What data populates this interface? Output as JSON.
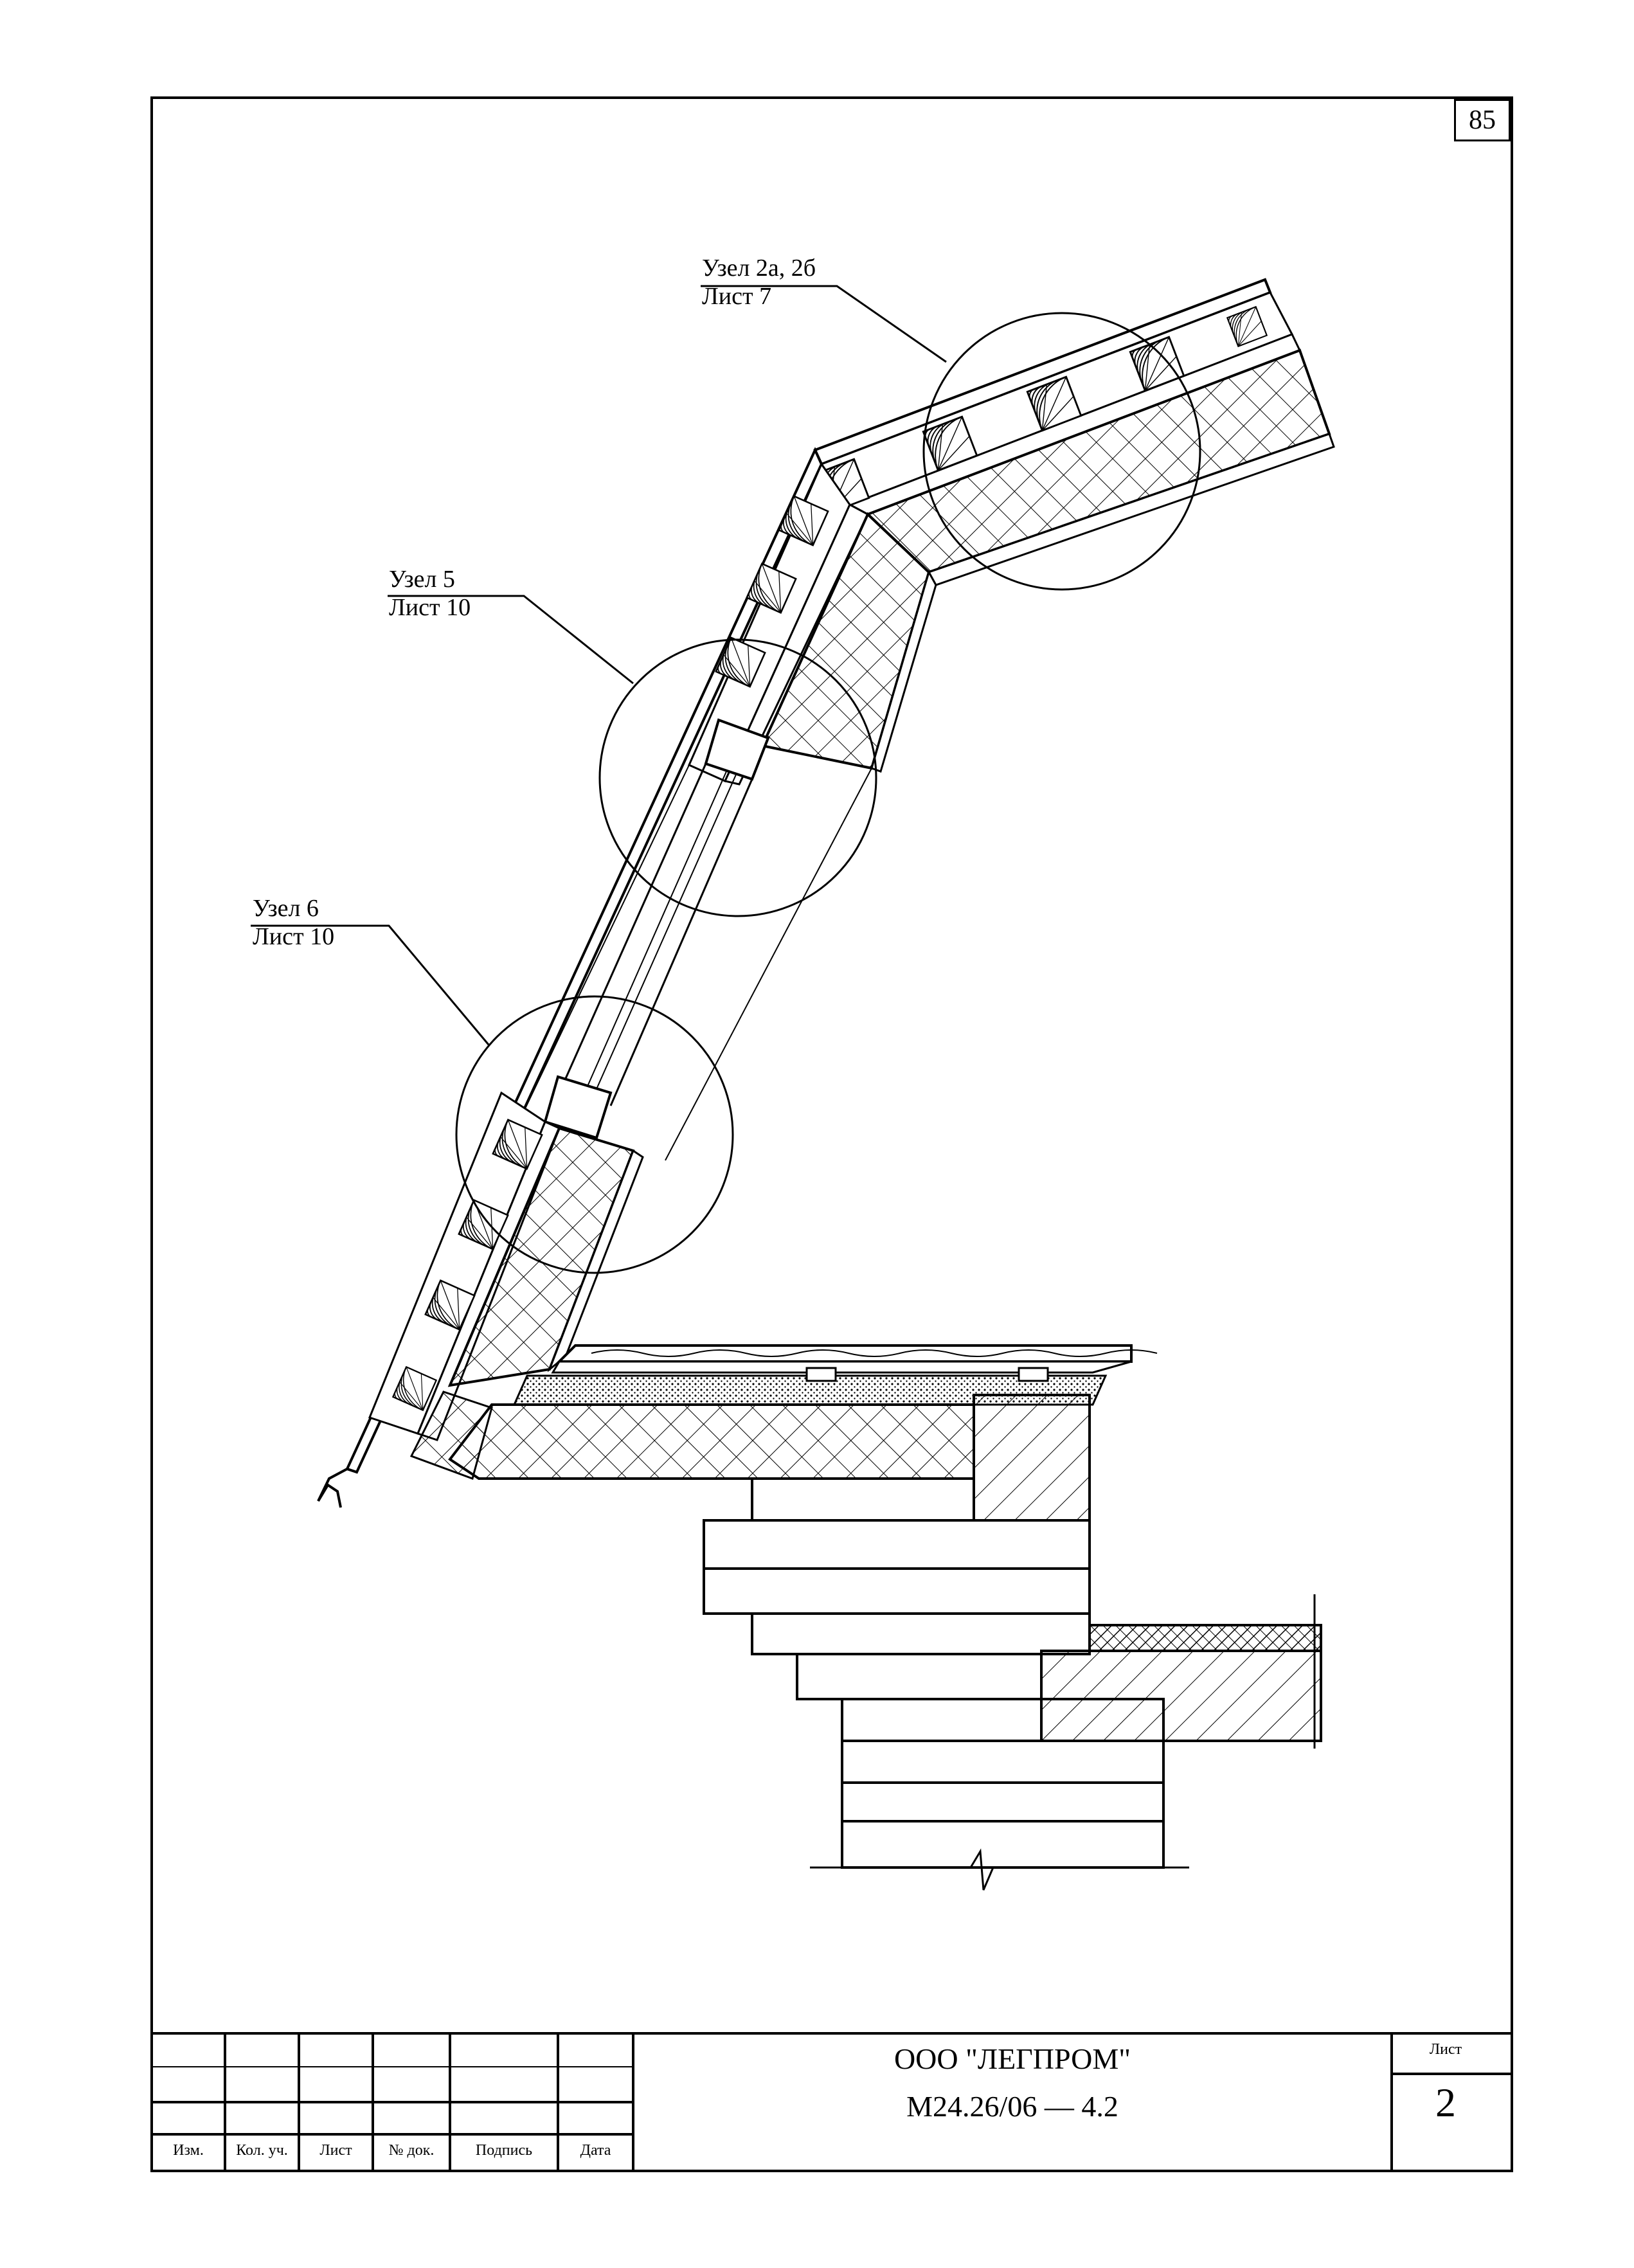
{
  "page_number": "85",
  "callouts": [
    {
      "node": "Узел 2а, 2б",
      "sheet": "Лист 7"
    },
    {
      "node": "Узел 5",
      "sheet": "Лист 10"
    },
    {
      "node": "Узел 6",
      "sheet": "Лист 10"
    }
  ],
  "title_block": {
    "columns": [
      "Изм.",
      "Кол. уч.",
      "Лист",
      "№ док.",
      "Подпись",
      "Дата"
    ],
    "company": "ООО \"ЛЕГПРОМ\"",
    "doc_number": "М24.26/06  — 4.2",
    "sheet_label": "Лист",
    "sheet_value": "2"
  }
}
